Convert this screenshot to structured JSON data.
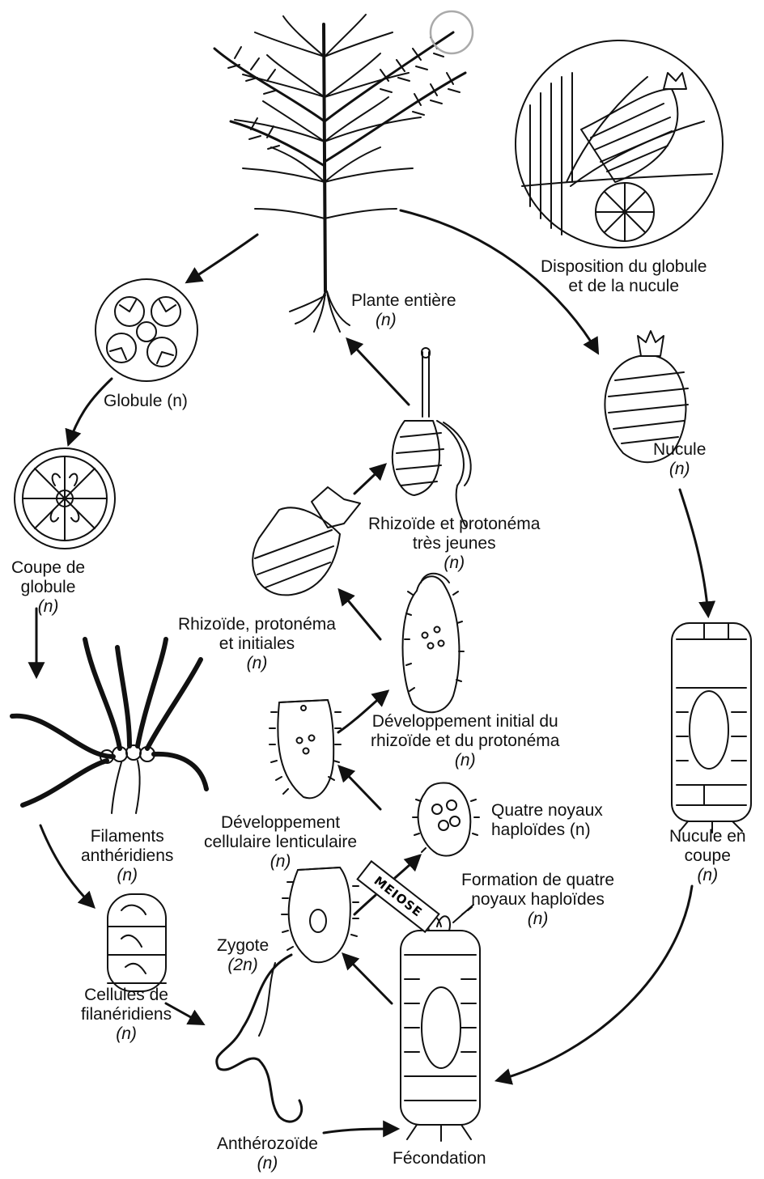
{
  "labels": {
    "disposition": [
      "Disposition du globule",
      "et de la nucule"
    ],
    "plante": [
      "Plante entière",
      "(n)"
    ],
    "globule": "Globule (n)",
    "coupe_globule": [
      "Coupe de",
      "globule",
      "(n)"
    ],
    "nucule": [
      "Nucule",
      "(n)"
    ],
    "rhizoide_tres_jeunes": [
      "Rhizoïde et protonéma",
      "très jeunes",
      "(n)"
    ],
    "rhizoide_initiales": [
      "Rhizoïde, protonéma",
      "et initiales",
      "(n)"
    ],
    "dev_initial": [
      "Développement initial du",
      "rhizoïde et du protonéma",
      "(n)"
    ],
    "dev_cellulaire": [
      "Développement",
      "cellulaire lenticulaire",
      "(n)"
    ],
    "quatre_noyaux": [
      "Quatre noyaux",
      "haploïdes (n)"
    ],
    "formation": [
      "Formation de quatre",
      "noyaux haploïdes",
      "(n)"
    ],
    "filaments": [
      "Filaments",
      "anthéridiens",
      "(n)"
    ],
    "nucule_coupe": [
      "Nucule en",
      "coupe",
      "(n)"
    ],
    "zygote": [
      "Zygote",
      "(2n)"
    ],
    "cellules": [
      "Cellules de",
      "filanéridiens",
      "(n)"
    ],
    "antherozoide": [
      "Anthérozoïde",
      "(n)"
    ],
    "fecondation": "Fécondation",
    "meiose": "MEIOSE"
  }
}
